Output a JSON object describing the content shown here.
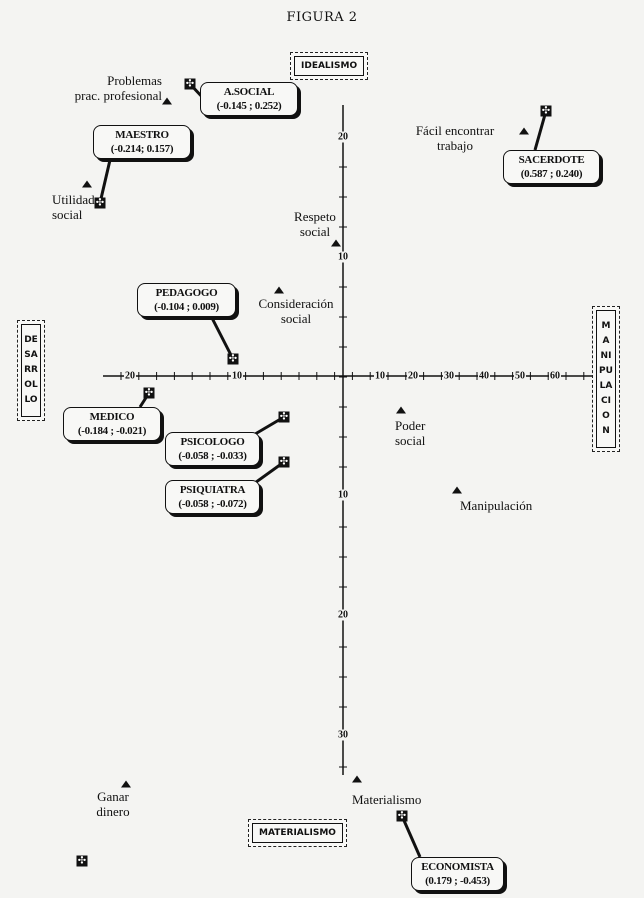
{
  "chart_data": {
    "type": "scatter",
    "title": "FIGURA 2",
    "axis_labels": {
      "top": "IDEALISMO",
      "bottom": "MATERIALISMO",
      "left": "DESARROLLO",
      "right": "MANIPULACION"
    },
    "x_ticks": [
      "20",
      "10",
      "10",
      "20",
      "30",
      "40",
      "50",
      "60"
    ],
    "y_ticks": [
      "20",
      "10",
      "10",
      "20",
      "30"
    ],
    "professions": [
      {
        "name": "A.SOCIAL",
        "coords": "(-0.145 ; 0.252)",
        "x": -0.145,
        "y": 0.252
      },
      {
        "name": "MAESTRO",
        "coords": "(-0.214; 0.157)",
        "x": -0.214,
        "y": 0.157
      },
      {
        "name": "SACERDOTE",
        "coords": "(0.587 ; 0.240)",
        "x": 0.587,
        "y": 0.24
      },
      {
        "name": "PEDAGOGO",
        "coords": "(-0.104 ; 0.009)",
        "x": -0.104,
        "y": 0.009
      },
      {
        "name": "MEDICO",
        "coords": "(-0.184 ; -0.021)",
        "x": -0.184,
        "y": -0.021
      },
      {
        "name": "PSICOLOGO",
        "coords": "(-0.058 ; -0.033)",
        "x": -0.058,
        "y": -0.033
      },
      {
        "name": "PSIQUIATRA",
        "coords": "(-0.058 ; -0.072)",
        "x": -0.058,
        "y": -0.072
      },
      {
        "name": "ECONOMISTA",
        "coords": "(0.179 ; -0.453)",
        "x": 0.179,
        "y": -0.453
      }
    ],
    "attributes": [
      {
        "line1": "Problemas",
        "line2": "prac. profesional"
      },
      {
        "line1": "Utilidad",
        "line2": "social"
      },
      {
        "line1": "Fácil encontrar",
        "line2": "trabajo"
      },
      {
        "line1": "Respeto",
        "line2": "social"
      },
      {
        "line1": "Consideración",
        "line2": "social"
      },
      {
        "line1": "Poder",
        "line2": "social"
      },
      {
        "line1": "Manipulación",
        "line2": ""
      },
      {
        "line1": "Ganar",
        "line2": "dinero"
      },
      {
        "line1": "Materialismo",
        "line2": ""
      }
    ]
  }
}
